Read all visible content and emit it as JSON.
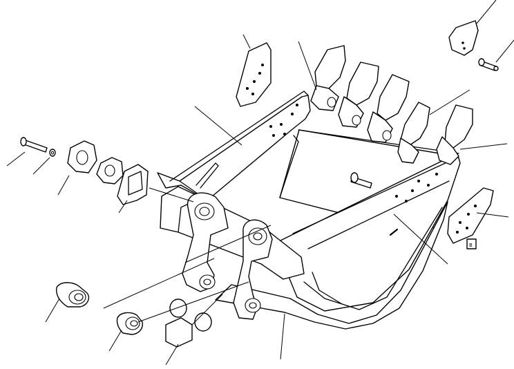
{
  "diagram": {
    "style": "black-and-white line drawing",
    "background": "#ffffff",
    "ink": "#000000",
    "parts": [
      "bucket-body",
      "bucket-teeth",
      "tooth-pins",
      "side-cutter-left",
      "side-cutter-right",
      "cutter-bolt",
      "washer",
      "shim-plate",
      "seal-ring",
      "link-bracket",
      "bushing",
      "collar",
      "boss-washers",
      "bucket-bolt",
      "cutter-nut"
    ],
    "nut_label": "B"
  }
}
